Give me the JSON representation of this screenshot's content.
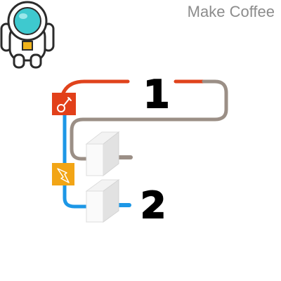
{
  "level": {
    "title": "Make Coffee",
    "step_labels": [
      "1",
      "2"
    ]
  },
  "icons": {
    "character": "astronaut-icon",
    "block_1": "guitar-icon",
    "block_2": "lightning-icon",
    "outlet_1": "outlet-box-icon",
    "outlet_2": "outlet-box-icon"
  },
  "colors": {
    "wire_red": "#e0431c",
    "wire_gray": "#9b8f86",
    "wire_blue": "#1d97e6",
    "block_red": "#e2401a",
    "block_yellow": "#f2a516",
    "astronaut_visor": "#3ec9cf",
    "astronaut_badge": "#f1b31b",
    "title": "#8c8c8c"
  }
}
